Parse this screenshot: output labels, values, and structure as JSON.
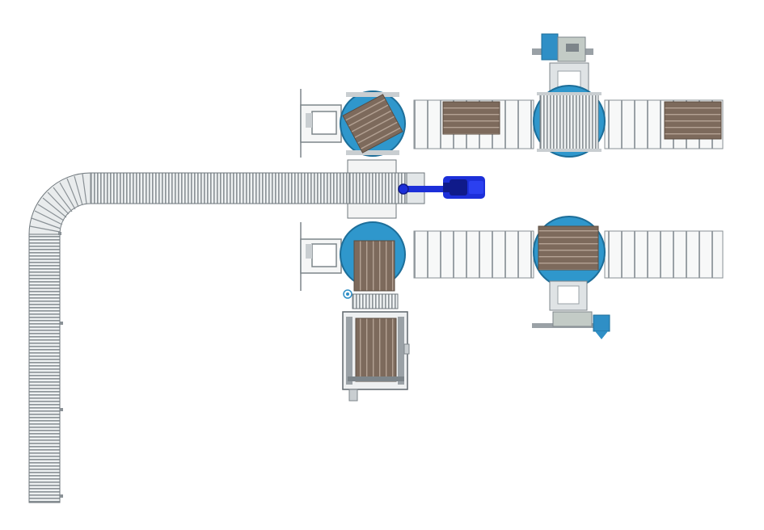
{
  "colors": {
    "background": "#ffffff",
    "roller": "#e4e8ea",
    "roller_edge": "#8a9196",
    "frame": "#7d858a",
    "frame_light": "#c9ced1",
    "turntable": "#2f97cc",
    "turntable_ring": "#1d6e99",
    "pallet_wood": "#7d6a5c",
    "pallet_slat": "#a79484",
    "robot": "#1c2fd9",
    "robot_dark": "#0f1a8a",
    "accent_blue": "#2f8fc6",
    "cabinet": "#c3cbc6"
  },
  "components": {
    "long_conveyor": "roller-conveyor-curved",
    "robot": "robot-arm-icon",
    "turntables": [
      "turntable-top-left",
      "turntable-bottom-left",
      "turntable-top-right",
      "turntable-bottom-right"
    ],
    "pallet_stations": [
      "pallet-on-turntable",
      "pallet-on-conveyor",
      "pallet-dispenser"
    ]
  }
}
